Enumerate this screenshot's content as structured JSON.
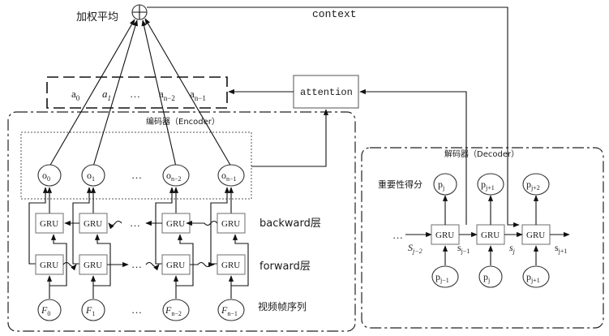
{
  "weighted_avg_label": "加权平均",
  "context_label": "context",
  "attention_label": "attention",
  "weights": [
    {
      "base": "a",
      "sub": "0"
    },
    {
      "base": "a",
      "sub": "1"
    },
    {
      "base": "a",
      "sub": "n−2"
    },
    {
      "base": "a",
      "sub": "n−1"
    }
  ],
  "ellipsis": "…",
  "encoder": {
    "title": "编码器（Encoder）",
    "outputs": [
      {
        "base": "o",
        "sub": "0"
      },
      {
        "base": "o",
        "sub": "1"
      },
      {
        "base": "o",
        "sub": "n−2"
      },
      {
        "base": "o",
        "sub": "n−1"
      }
    ],
    "cell_label": "GRU",
    "backward_label": "backward层",
    "forward_label": "forward层",
    "inputs": [
      {
        "base": "F",
        "sub": "0"
      },
      {
        "base": "F",
        "sub": "1"
      },
      {
        "base": "F",
        "sub": "n−2"
      },
      {
        "base": "F",
        "sub": "n−1"
      }
    ],
    "input_caption": "视频帧序列"
  },
  "decoder": {
    "title": "解码器（Decoder）",
    "score_label": "重要性得分",
    "top_nodes": [
      {
        "base": "p",
        "sub": "j"
      },
      {
        "base": "p",
        "sub": "j+1"
      },
      {
        "base": "p",
        "sub": "j+2"
      }
    ],
    "bottom_nodes": [
      {
        "base": "p",
        "sub": "j−1"
      },
      {
        "base": "p",
        "sub": "j"
      },
      {
        "base": "p",
        "sub": "j+1"
      }
    ],
    "states": [
      {
        "base": "S",
        "sub": "j−2"
      },
      {
        "base": "s",
        "sub": "j−1"
      },
      {
        "base": "s",
        "sub": "j"
      },
      {
        "base": "s",
        "sub": "j+1"
      }
    ],
    "cell_label": "GRU",
    "ellipsis": "…"
  }
}
